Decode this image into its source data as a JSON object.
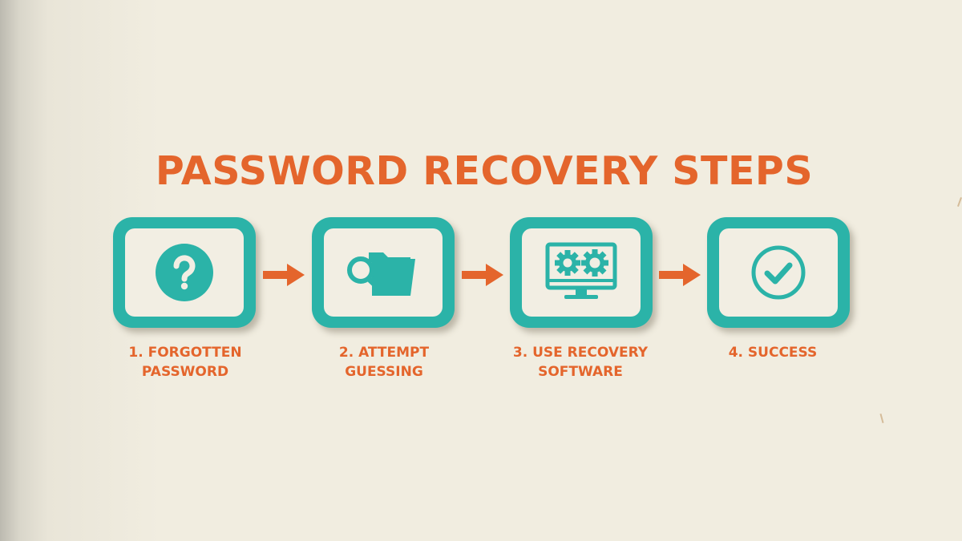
{
  "title": "PASSWORD RECOVERY STEPS",
  "colors": {
    "background": "#f1ede0",
    "accent_orange": "#e4652c",
    "teal": "#2bb3a8",
    "card_inner": "#f2eee3"
  },
  "steps": [
    {
      "label_line1": "1. FORGOTTEN",
      "label_line2": "PASSWORD",
      "icon": "question-circle-icon"
    },
    {
      "label_line1": "2. ATTEMPT",
      "label_line2": "GUESSING",
      "icon": "folder-search-icon"
    },
    {
      "label_line1": "3. USE RECOVERY",
      "label_line2": "SOFTWARE",
      "icon": "monitor-gears-icon"
    },
    {
      "label_line1": "4. SUCCESS",
      "label_line2": "",
      "icon": "check-circle-icon"
    }
  ],
  "connectors": [
    "arrow-right-icon",
    "arrow-right-icon",
    "arrow-right-icon"
  ]
}
